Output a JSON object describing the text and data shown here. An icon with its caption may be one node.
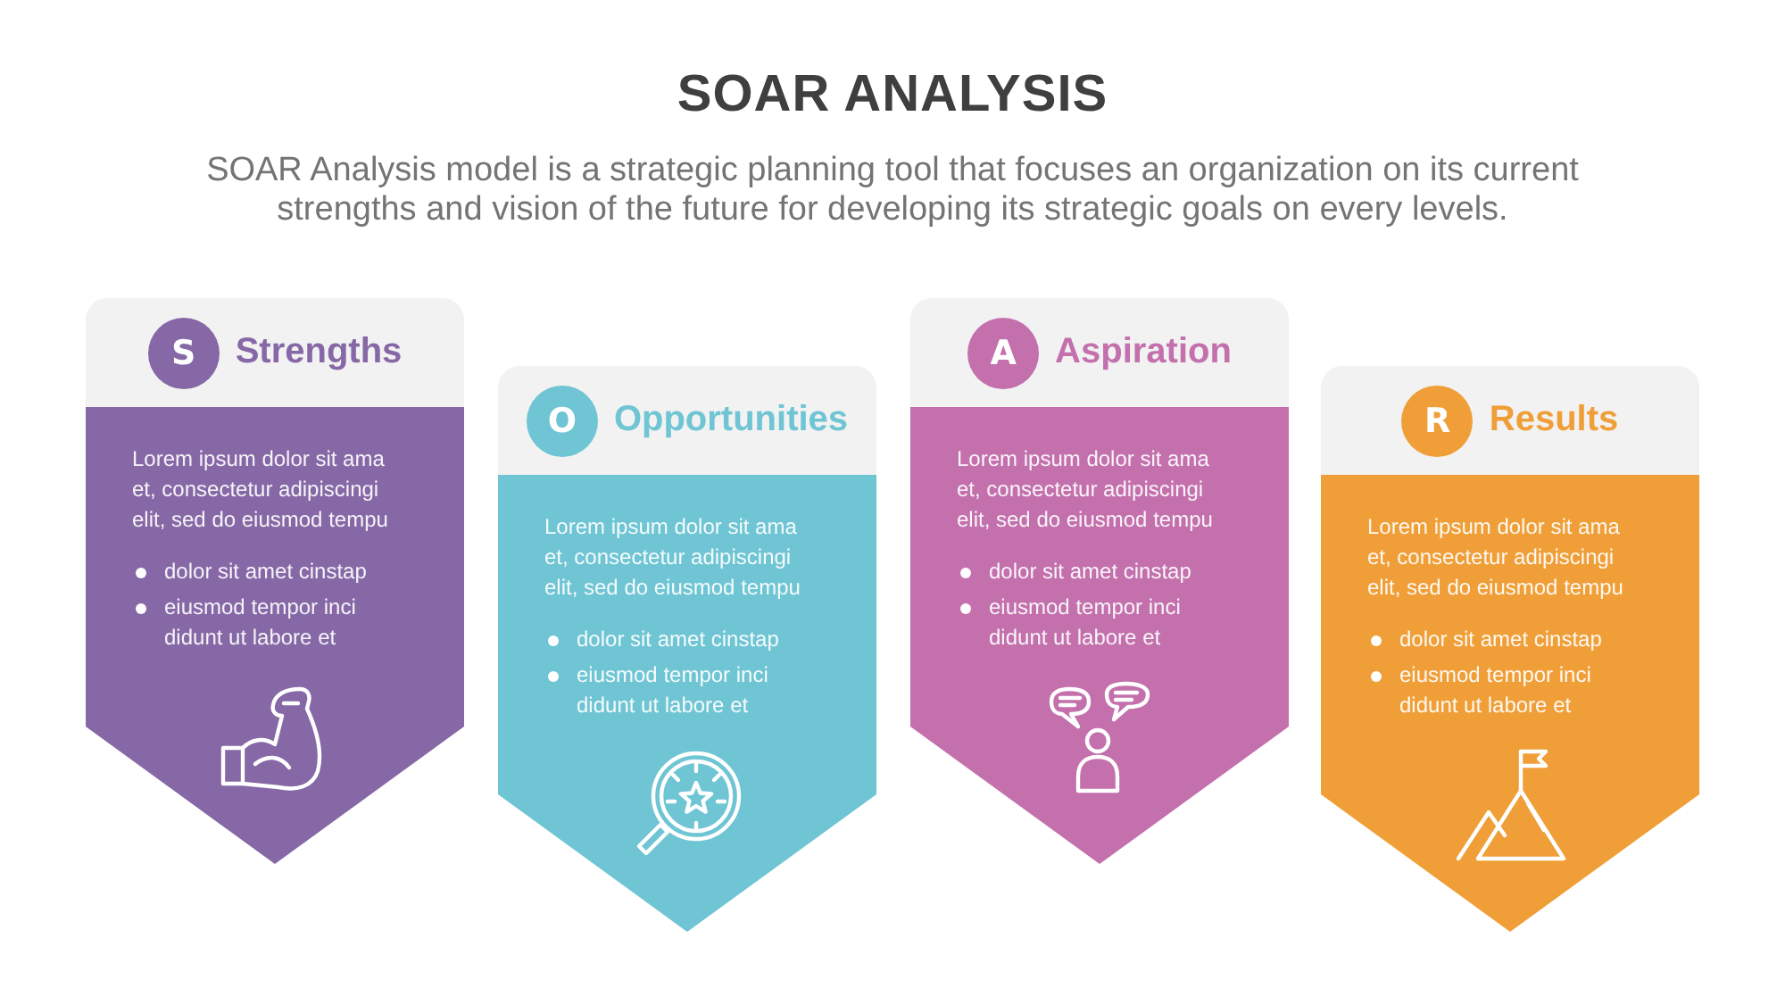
{
  "diagram": {
    "title": "SOAR ANALYSIS",
    "nodes": [
      {
        "text": [
          "Strengths"
        ]
      },
      {
        "text": [
          "S"
        ],
        "in": 0
      },
      {
        "text": [
          "Lorem ipsum dolor sit ama et, consectetur adipiscingi elit, sed do eiusmod tempu",
          "dolor sit amet cinstap",
          "eiusmod tempor inci didunt ut labore et"
        ]
      },
      {
        "text": [
          "Opportunities"
        ]
      },
      {
        "text": [
          "O"
        ],
        "in": 3
      },
      {
        "text": [
          "Lorem ipsum dolor sit ama et, consectetur adipiscingi elit, sed do eiusmod tempu",
          "dolor sit amet cinstap",
          "eiusmod tempor inci didunt ut labore et"
        ]
      },
      {
        "text": [
          "Aspiration"
        ]
      },
      {
        "text": [
          "A"
        ],
        "in": 6
      },
      {
        "text": [
          "Lorem ipsum dolor sit ama et, consectetur adipiscingi elit, sed do eiusmod tempu",
          "dolor sit amet cinstap",
          "eiusmod tempor inci didunt ut labore et"
        ]
      },
      {
        "text": [
          "Results"
        ]
      },
      {
        "text": [
          "R"
        ],
        "in": 9
      },
      {
        "text": [
          "Lorem ipsum dolor sit ama et, consectetur adipiscingi elit, sed do eiusmod tempu",
          "dolor sit amet cinstap",
          "eiusmod tempor inci didunt ut labore et"
        ]
      }
    ],
    "labels": [
      "SOAR Analysis model is a strategic planning tool that focuses an organization on its current strengths and vision of the future for developing its strategic goals on every levels."
    ]
  }
}
